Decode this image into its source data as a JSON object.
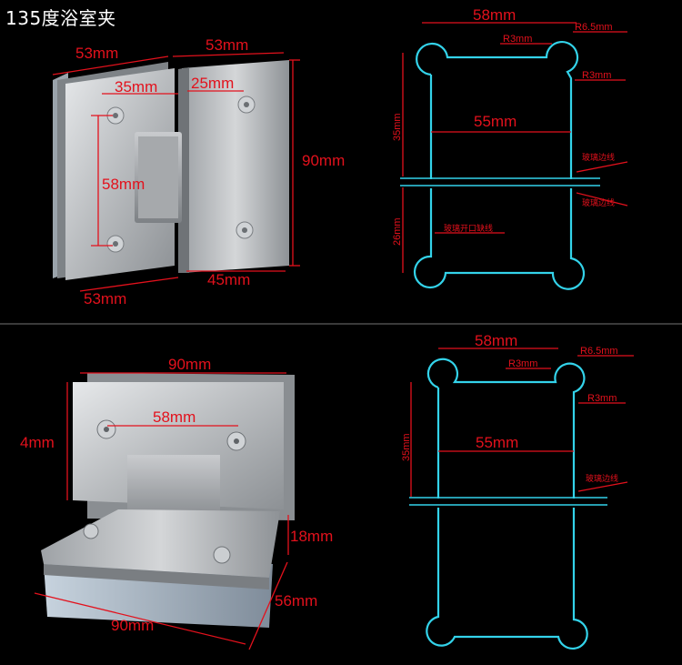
{
  "title": "135度浴室夹",
  "top_photo": {
    "labels": {
      "w_left": "53mm",
      "w_right": "53mm",
      "d35": "35mm",
      "d25": "25mm",
      "h58": "58mm",
      "h90": "90mm",
      "b53": "53mm",
      "b45": "45mm"
    }
  },
  "top_drawing": {
    "labels": {
      "w58": "58mm",
      "r65": "R6.5mm",
      "r3a": "R3mm",
      "r3b": "R3mm",
      "d55": "55mm",
      "h35": "35mm",
      "h26": "26mm",
      "glass1": "玻璃边线",
      "glass2": "玻璃边线",
      "notch": "玻璃开口缺线"
    }
  },
  "bottom_photo": {
    "labels": {
      "w90": "90mm",
      "d58": "58mm",
      "h4": "4mm",
      "h18": "18mm",
      "d56": "56mm",
      "b90": "90mm"
    }
  },
  "bottom_drawing": {
    "labels": {
      "w58": "58mm",
      "r65": "R6.5mm",
      "r3a": "R3mm",
      "r3b": "R3mm",
      "d55": "55mm",
      "h35": "35mm",
      "glass": "玻璃边线"
    }
  },
  "colors": {
    "background": "#000000",
    "dimension_red": "#e3111c",
    "outline_cyan": "#33d3ea",
    "steel": "#b9bcbf"
  }
}
